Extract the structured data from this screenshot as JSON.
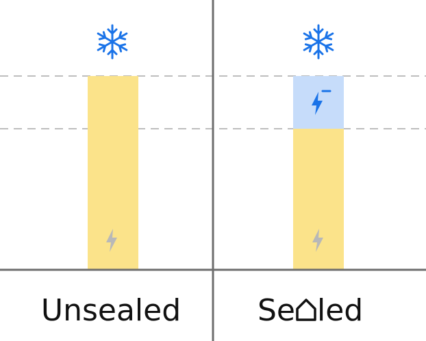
{
  "colors": {
    "background": "#ffffff",
    "axis": "#6e6e6e",
    "dashed_guide": "#bdbdbd",
    "bar_fill": "#fbe38a",
    "overlay_fill": "#c6dcfa",
    "accent_blue": "#1a73e8",
    "icon_gray": "#b8b8b8",
    "text": "#111111"
  },
  "panels": [
    {
      "label": "Unsealed",
      "bar_fraction_of_axis": 1.0,
      "overlay_fraction_of_axis": 0.0,
      "icons": [
        "snowflake-icon",
        "lightning-icon"
      ]
    },
    {
      "label_start": "Se",
      "label_glyph": "house-icon",
      "label_end": "led",
      "bar_fraction_of_axis": 0.725,
      "overlay_fraction_of_axis": 0.275,
      "icons": [
        "snowflake-icon",
        "lightning-minus-icon",
        "lightning-icon"
      ]
    }
  ]
}
